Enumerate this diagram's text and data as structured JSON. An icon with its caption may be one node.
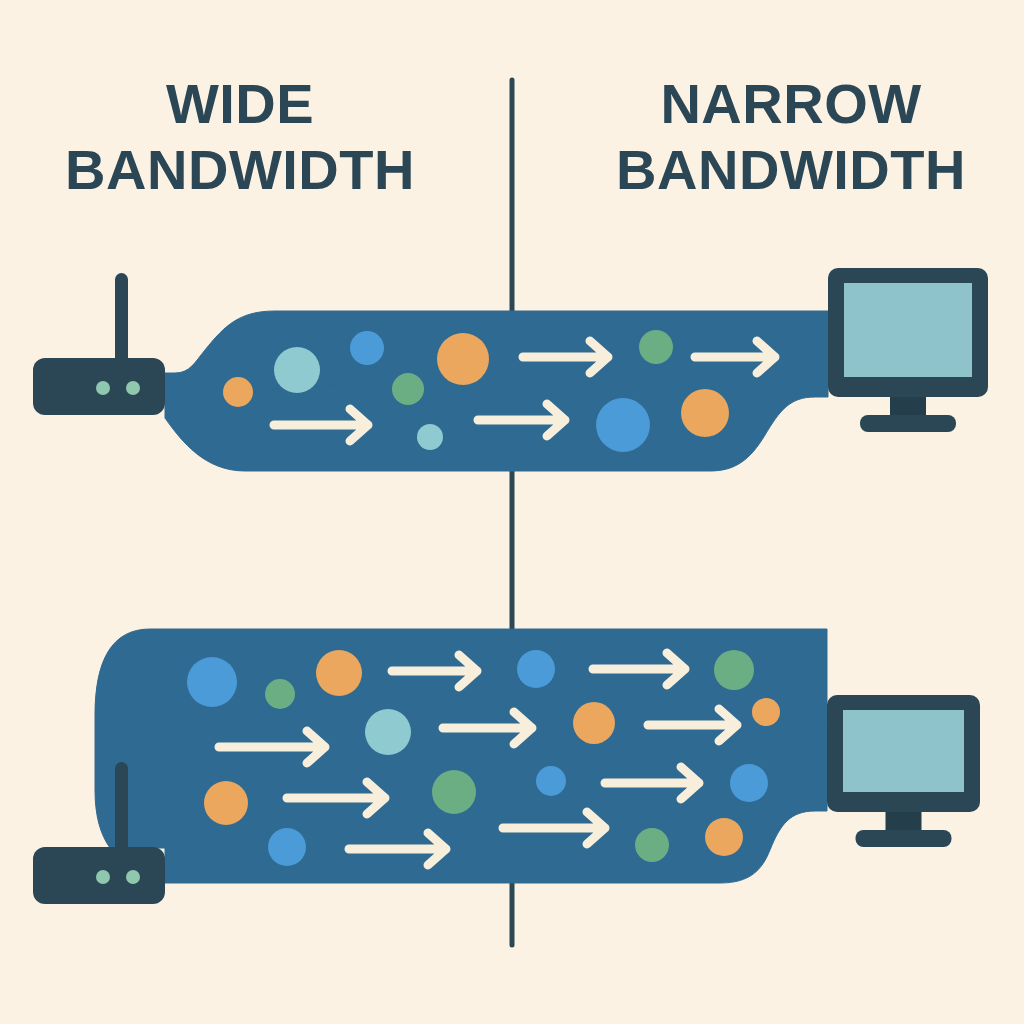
{
  "diagram": {
    "nodes": [
      {
        "text": [],
        "shape": "picture"
      },
      {
        "text": [],
        "shape": "picture"
      },
      {
        "text": [],
        "shape": "picture"
      },
      {
        "text": [],
        "shape": "picture"
      }
    ],
    "edges": [
      {
        "from": 0,
        "to": 1,
        "arrow": "none",
        "style": "thick"
      },
      {
        "from": 2,
        "to": 3,
        "arrow": "none",
        "style": "thick"
      }
    ],
    "labels": [
      "WIDE BANDWIDTH",
      "NARROW BANDWIDTH"
    ]
  }
}
